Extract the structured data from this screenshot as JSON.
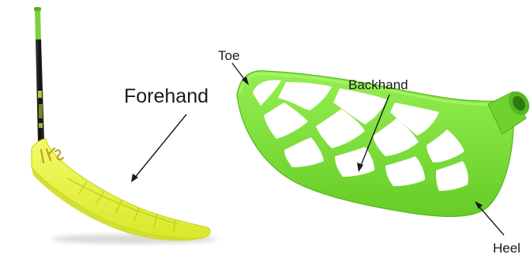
{
  "labels": {
    "forehand": "Forehand",
    "toe": "Toe",
    "backhand": "Backhand",
    "heel": "Heel"
  },
  "colors": {
    "background": "#ffffff",
    "yellow_blade": "#e6f23a",
    "yellow_blade_edge": "#c9d81e",
    "green_blade": "#7fe33a",
    "green_blade_dark": "#5cc21d",
    "shaft": "#1c1c1c",
    "grip": "#7ad13a",
    "arrow": "#1a1a1a"
  },
  "photos": [
    {
      "icon": "floorball-stick-icon",
      "subject": "yellow blade"
    },
    {
      "icon": "floorball-blade-icon",
      "subject": "green blade"
    }
  ]
}
